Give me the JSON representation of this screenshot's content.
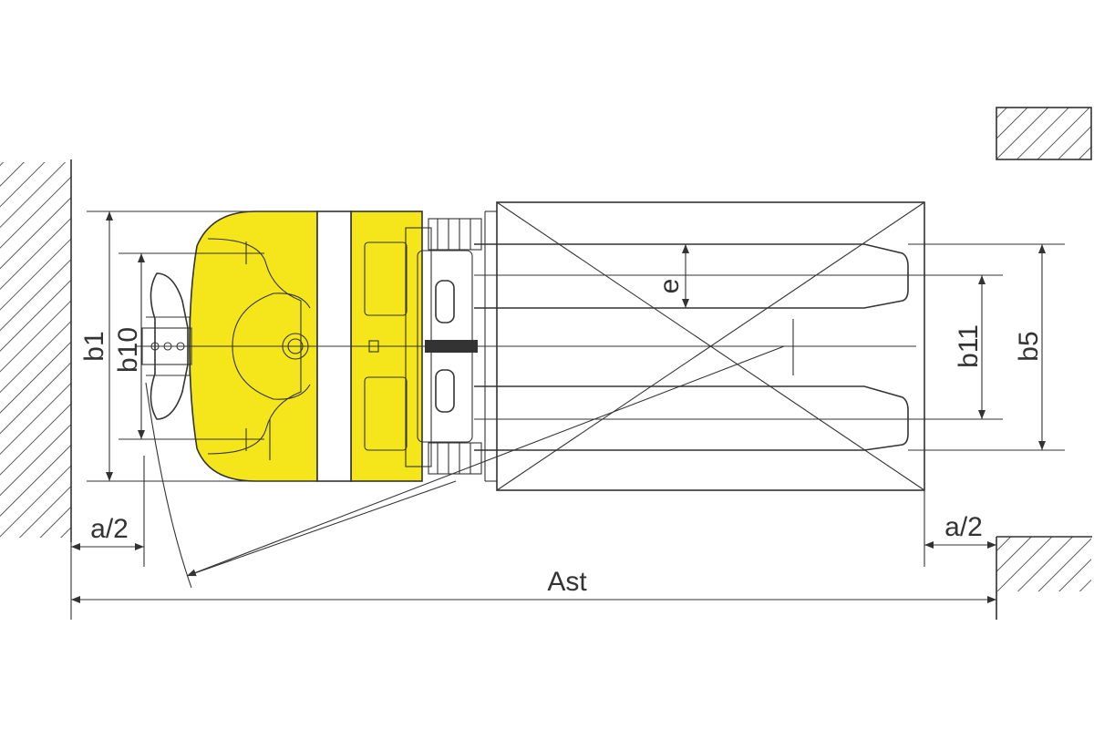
{
  "labels": {
    "b1": "b1",
    "b10": "b10",
    "e": "e",
    "b11": "b11",
    "b5": "b5",
    "a2_left": "a/2",
    "a2_right": "a/2",
    "ast": "Ast"
  },
  "colors": {
    "body": "#f4e61b",
    "line": "#333333",
    "background": "#ffffff"
  }
}
